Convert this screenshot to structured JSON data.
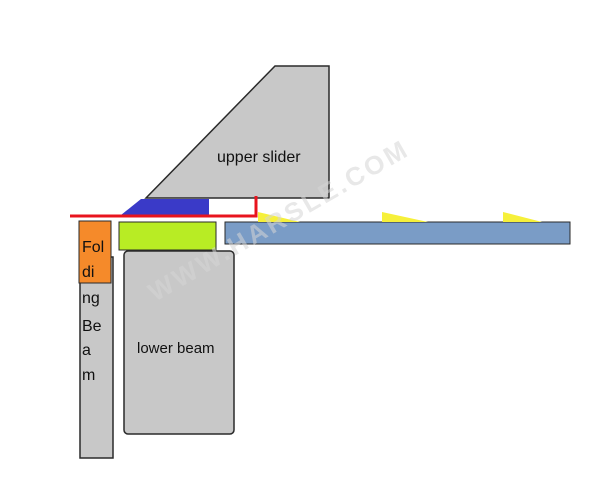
{
  "labels": {
    "upper_slider": "upper slider",
    "lower_beam": "lower beam",
    "folding_beam_lines": [
      "Fol",
      "di",
      "ng",
      "Be",
      "a",
      "m"
    ]
  },
  "watermark": "WWW.HARSLE.COM",
  "colors": {
    "part_fill": "#c8c8c8",
    "part_stroke": "#2a2a2a",
    "upper_tool": "#3a3ac8",
    "lower_tool": "#b8ec24",
    "folding_beam_tip": "#f58a2a",
    "sheet": "#7a9cc6",
    "line_marker": "#e8141e",
    "wedge": "#f6f03a",
    "watermark": "#d6d6d6"
  }
}
